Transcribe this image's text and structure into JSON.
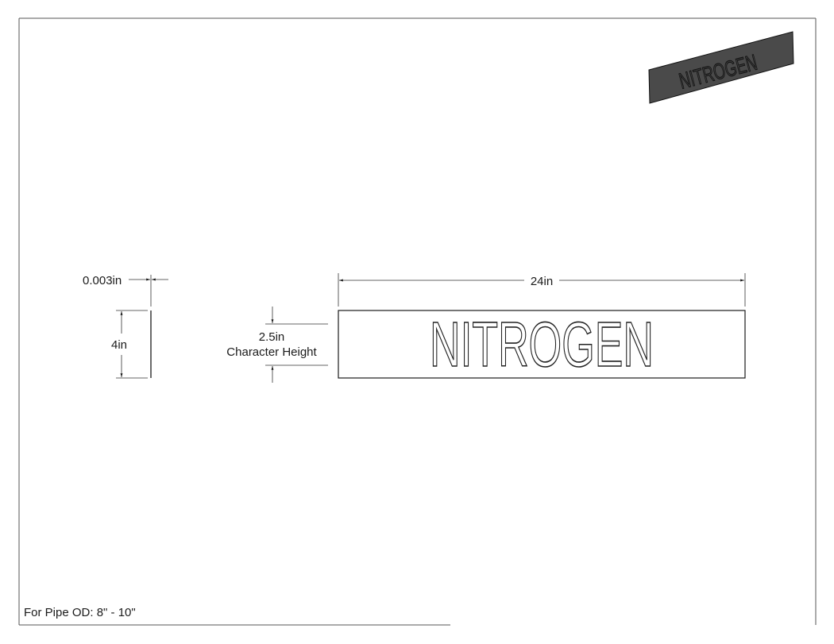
{
  "drawing": {
    "sign_text": "NITROGEN",
    "iso_preview_text": "NITROGEN",
    "dimensions": {
      "thickness": "0.003in",
      "height": "4in",
      "length": "24in",
      "char_height_value": "2.5in",
      "char_height_label": "Character Height"
    },
    "note": "For Pipe OD: 8\" - 10\""
  },
  "colors": {
    "line": "#1a1a1a",
    "iso_face": "#4a4a4a",
    "sign_fill": "#ffffff"
  }
}
